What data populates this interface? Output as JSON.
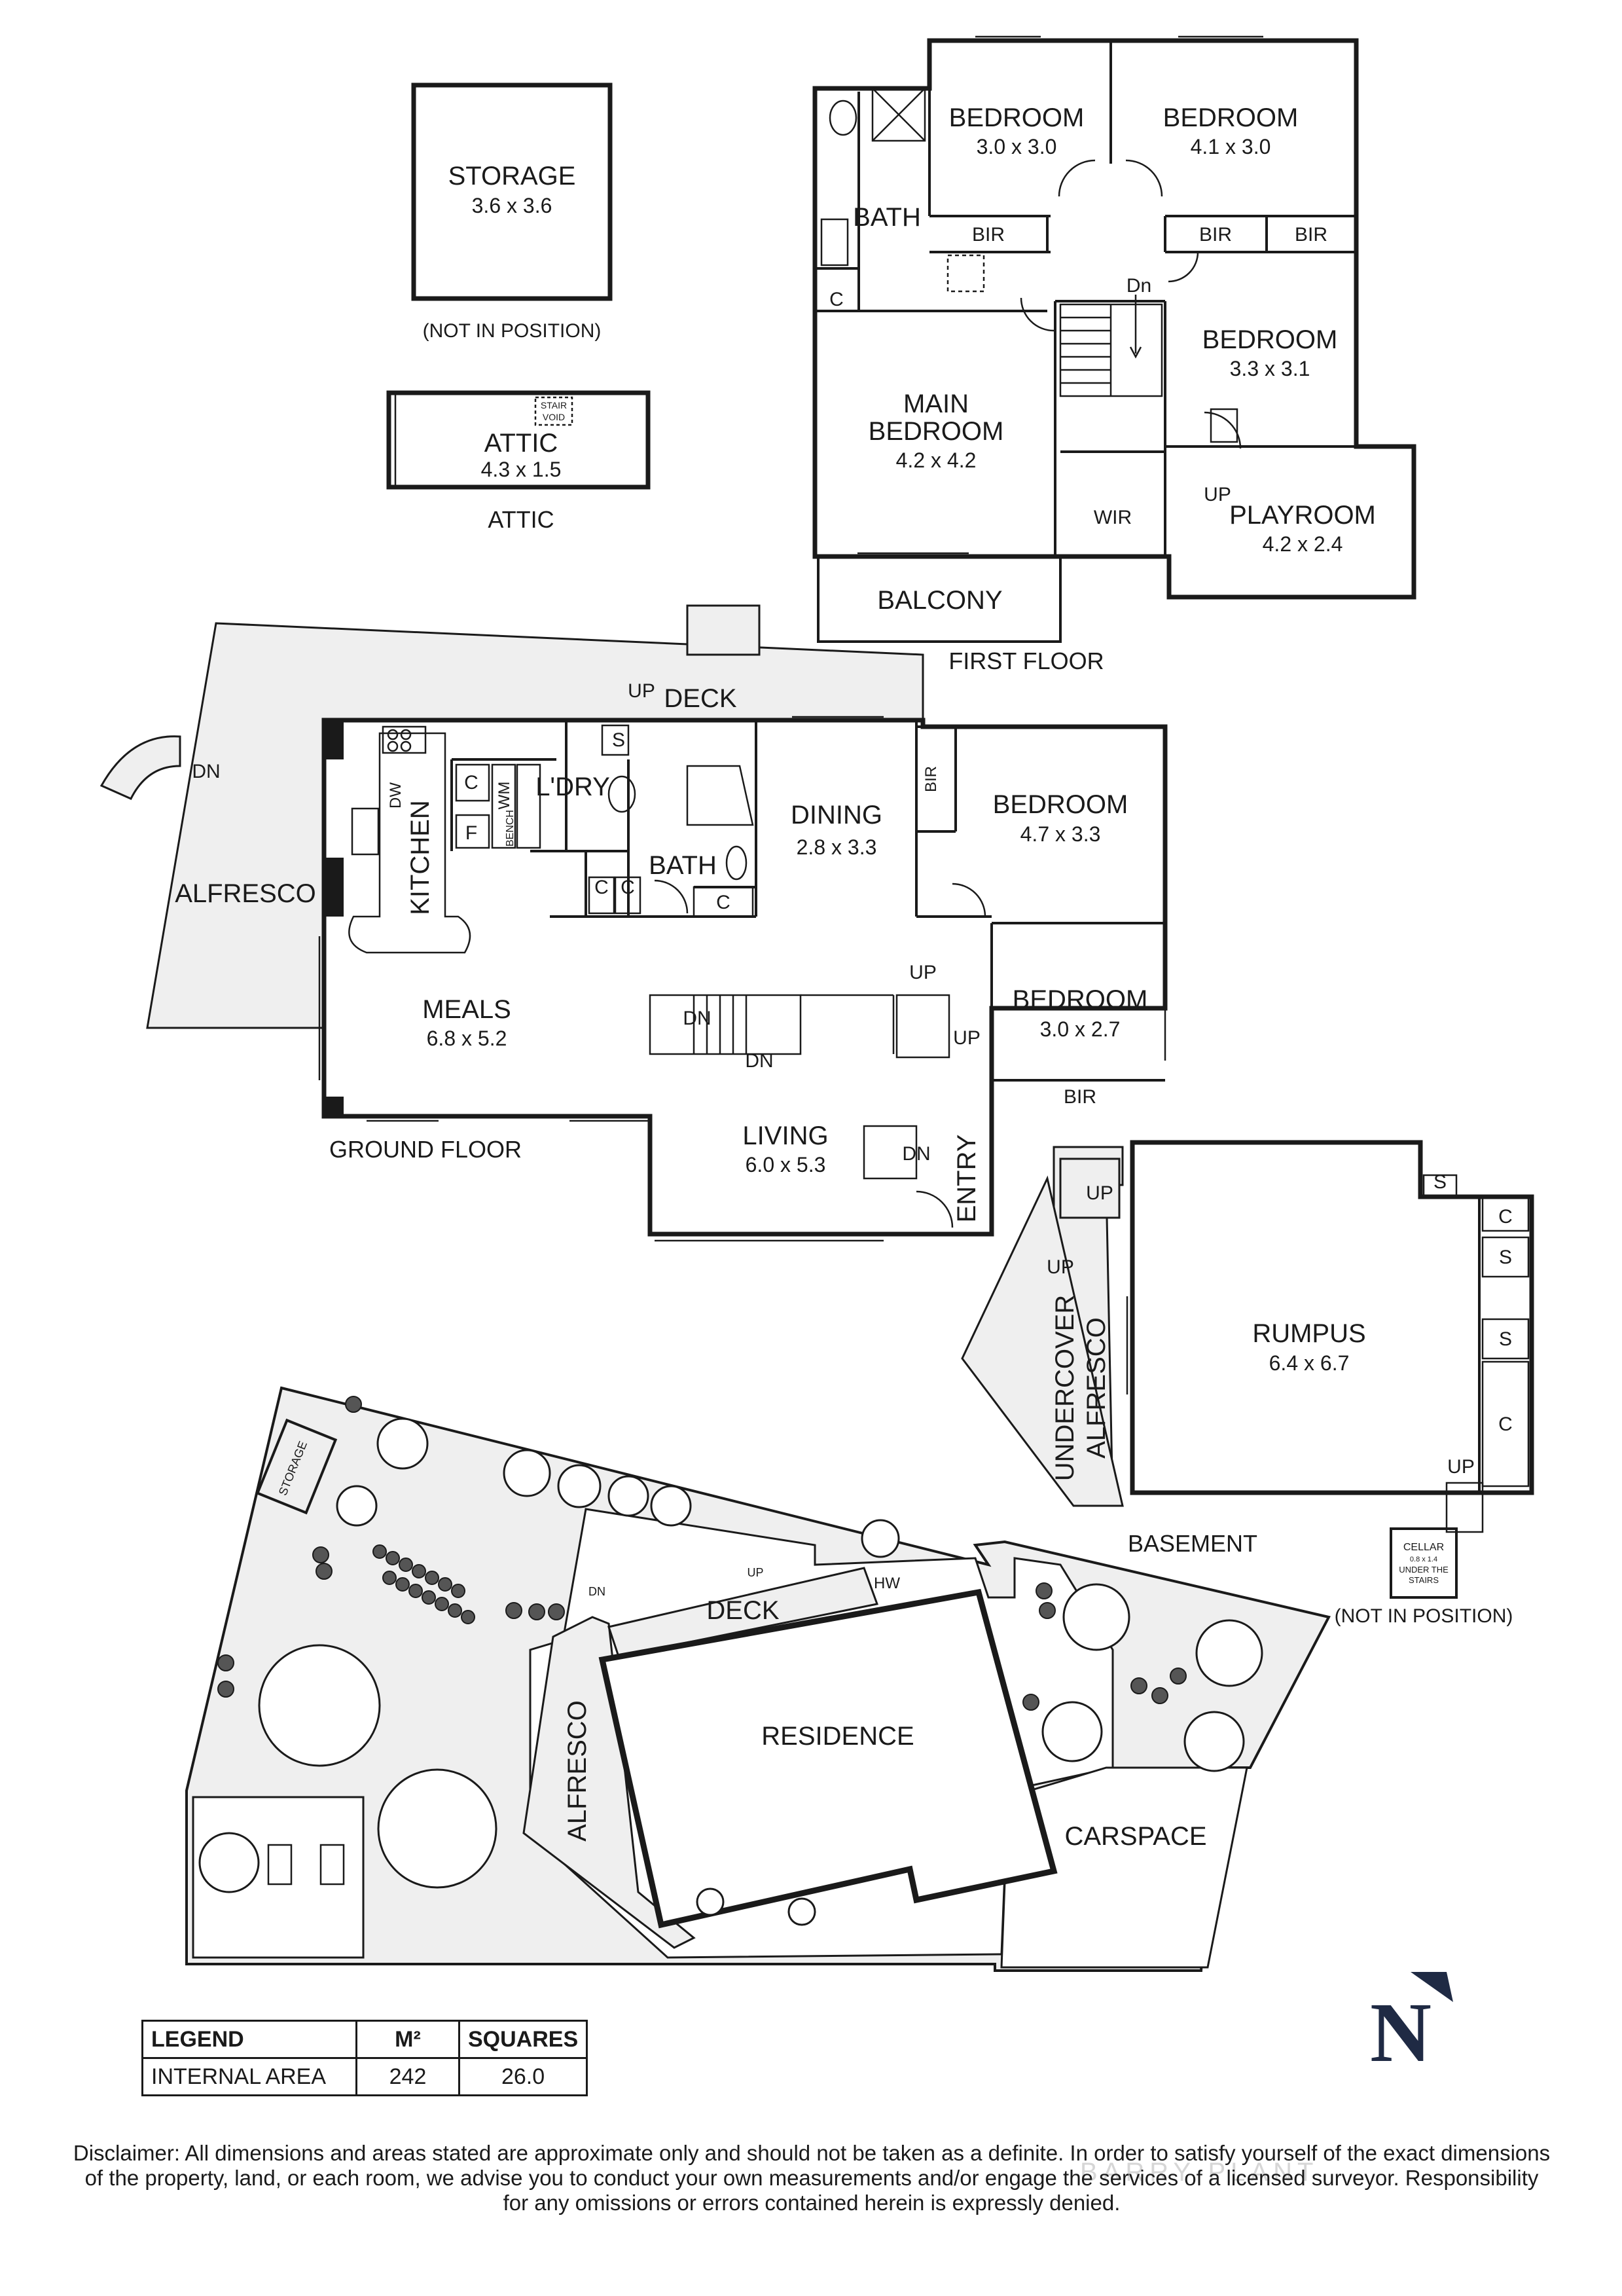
{
  "floors": {
    "first": "FIRST FLOOR",
    "ground": "GROUND FLOOR",
    "basement": "BASEMENT",
    "attic": "ATTIC"
  },
  "detached": {
    "storage": {
      "name": "STORAGE",
      "dim": "3.6 x 3.6",
      "note": "(NOT IN POSITION)"
    },
    "attic": {
      "name": "ATTIC",
      "dim": "4.3 x 1.5",
      "void": [
        "STAIR",
        "VOID"
      ]
    },
    "cellar": {
      "name": "CELLAR",
      "dim": "0.8 x 1.4",
      "sub": [
        "UNDER THE",
        "STAIRS"
      ],
      "note": "(NOT IN POSITION)"
    }
  },
  "first_floor": {
    "bedroom1": {
      "name": "BEDROOM",
      "dim": "3.0 x 3.0"
    },
    "bedroom2": {
      "name": "BEDROOM",
      "dim": "4.1 x 3.0"
    },
    "bedroom3": {
      "name": "BEDROOM",
      "dim": "3.3 x 3.1"
    },
    "main_bedroom": {
      "name1": "MAIN",
      "name2": "BEDROOM",
      "dim": "4.2 x 4.2"
    },
    "playroom": {
      "name": "PLAYROOM",
      "dim": "4.2 x 2.4"
    },
    "balcony": "BALCONY",
    "bath": "BATH",
    "bir": "BIR",
    "wir": "WIR",
    "c": "C",
    "dn": "Dn",
    "up": "UP"
  },
  "ground_floor": {
    "deck": "DECK",
    "alfresco": "ALFRESCO",
    "kitchen": "KITCHEN",
    "ldry": "L'DRY",
    "wm": "WM",
    "dw": "DW",
    "bench": "BENCH",
    "dining": {
      "name": "DINING",
      "dim": "2.8 x 3.3"
    },
    "bedroom1": {
      "name": "BEDROOM",
      "dim": "4.7 x 3.3"
    },
    "bedroom2": {
      "name": "BEDROOM",
      "dim": "3.0 x 2.7"
    },
    "meals": {
      "name": "MEALS",
      "dim": "6.8 x 5.2"
    },
    "living": {
      "name": "LIVING",
      "dim": "6.0 x 5.3"
    },
    "entry": "ENTRY",
    "bath": "BATH",
    "bir": "BIR",
    "c": "C",
    "f": "F",
    "s": "S",
    "dn": "DN",
    "up": "UP"
  },
  "basement": {
    "rumpus": {
      "name": "RUMPUS",
      "dim": "6.4 x 6.7"
    },
    "undercover1": "UNDERCOVER",
    "undercover2": "ALFRESCO",
    "s": "S",
    "c": "C",
    "up": "UP"
  },
  "site": {
    "residence": "RESIDENCE",
    "deck": "DECK",
    "alfresco": "ALFRESCO",
    "carspace": "CARSPACE",
    "storage": "STORAGE",
    "hw": "HW",
    "dn": "DN",
    "up": "UP"
  },
  "legend": {
    "headers": [
      "LEGEND",
      "M²",
      "SQUARES"
    ],
    "row": [
      "INTERNAL AREA",
      "242",
      "26.0"
    ]
  },
  "compass": "N",
  "disclaimer": [
    "Disclaimer: All dimensions and areas stated are approximate only and should not be taken as a definite. In order to satisfy yourself of the exact dimensions",
    "of the property, land, or each room, we advise you to conduct your own measurements and/or engage the services of a licensed surveyor. Responsibility",
    "for any omissions or errors contained herein is expressly denied."
  ],
  "watermark": "BARRY PLANT"
}
